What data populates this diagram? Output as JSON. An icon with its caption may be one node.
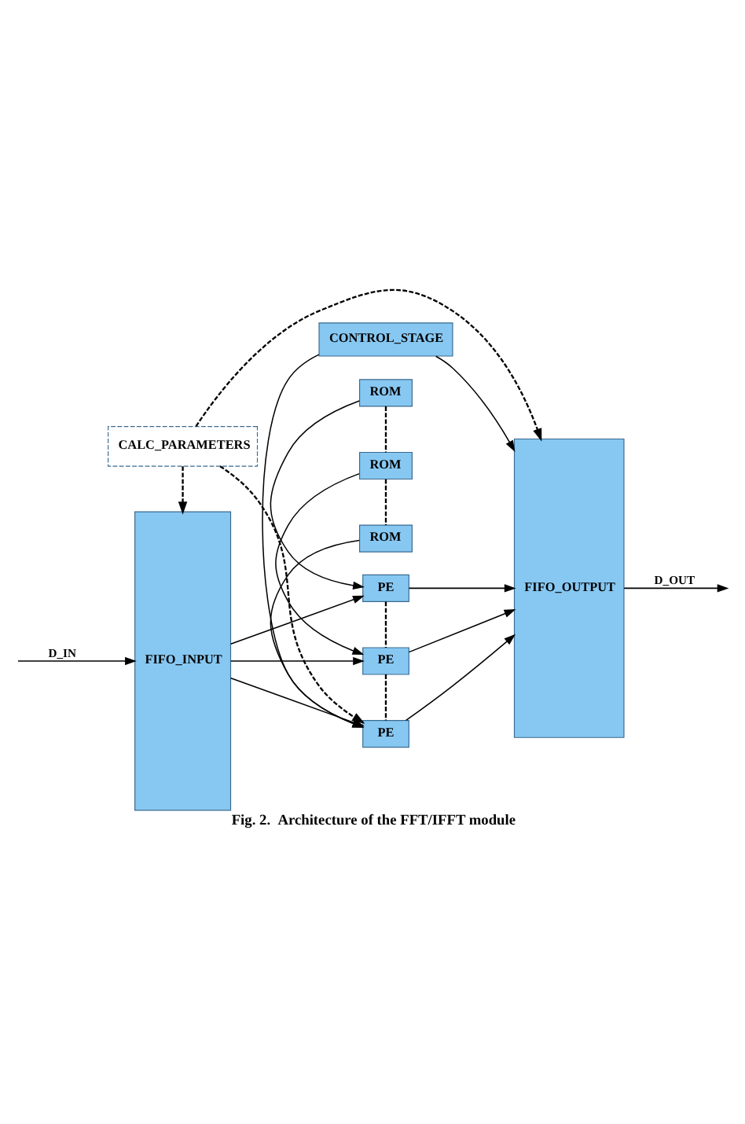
{
  "diagram": {
    "caption": "Fig. 2.  Architecture of the FFT/IFFT module",
    "nodes": [
      {
        "text": [
          "FIFO_INPUT"
        ]
      },
      {
        "text": [
          "ROM"
        ]
      },
      {
        "text": [
          "PE"
        ]
      },
      {
        "text": [
          "ROM"
        ]
      },
      {
        "text": [
          "PE"
        ]
      },
      {
        "text": [
          "ROM"
        ]
      },
      {
        "text": [
          "PE"
        ]
      },
      {
        "text": [
          "FIFO_OUTPUT"
        ]
      },
      {
        "text": [
          "CALC_PARAMETERS"
        ]
      },
      {
        "text": [
          "CONTROL_STAGE"
        ]
      }
    ],
    "edges": [
      {
        "from": null,
        "to": 0,
        "arrow": "to",
        "label": "D_IN"
      },
      {
        "from": 0,
        "to": 2,
        "arrow": "to"
      },
      {
        "from": 0,
        "to": 4,
        "arrow": "to"
      },
      {
        "from": 0,
        "to": 6,
        "arrow": "to"
      },
      {
        "from": 2,
        "to": 7,
        "arrow": "to"
      },
      {
        "from": 4,
        "to": 7,
        "arrow": "to"
      },
      {
        "from": 6,
        "to": 7,
        "arrow": "to"
      },
      {
        "from": 7,
        "to": null,
        "arrow": "to",
        "label": "D_OUT"
      },
      {
        "from": 1,
        "to": 2,
        "arrow": "to"
      },
      {
        "from": 3,
        "to": 4,
        "arrow": "to"
      },
      {
        "from": 5,
        "to": 6,
        "arrow": "to"
      },
      {
        "from": 1,
        "to": 3,
        "arrow": "none",
        "style": "dashed"
      },
      {
        "from": 3,
        "to": 5,
        "arrow": "none",
        "style": "dashed"
      },
      {
        "from": 2,
        "to": 4,
        "arrow": "none",
        "style": "dashed"
      },
      {
        "from": 4,
        "to": 6,
        "arrow": "none",
        "style": "dashed"
      },
      {
        "from": 8,
        "to": 0,
        "arrow": "to",
        "style": "dashed"
      },
      {
        "from": 8,
        "to": 6,
        "arrow": "to",
        "style": "dashed"
      },
      {
        "from": 8,
        "to": 7,
        "arrow": "to",
        "style": "dashed"
      },
      {
        "from": 9,
        "to": 6,
        "arrow": "to"
      },
      {
        "from": 9,
        "to": 7,
        "arrow": "to"
      }
    ]
  }
}
